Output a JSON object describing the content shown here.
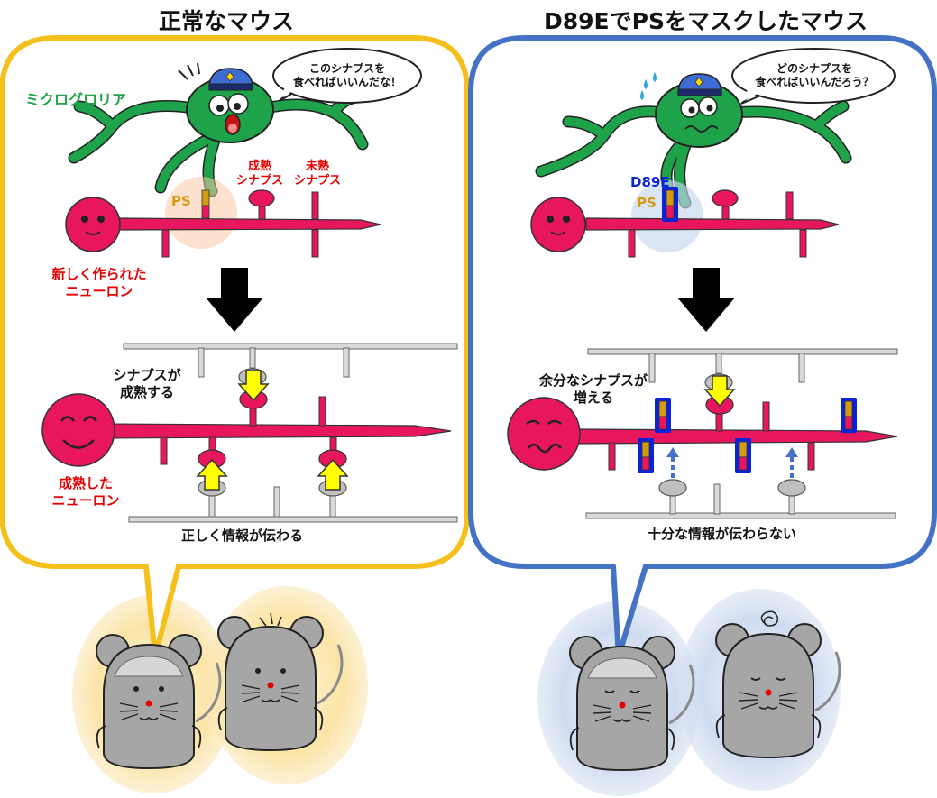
{
  "left": {
    "title": "正常なマウス",
    "microglia_label": "ミクログロリア",
    "speech": [
      "このシナプスを",
      "食べればいいんだな！"
    ],
    "ps_label": "PS",
    "mature_synapse_label": [
      "成熟",
      "シナプス"
    ],
    "immature_synapse_label": [
      "未熟",
      "シナプス"
    ],
    "new_neuron_label": [
      "新しく作られた",
      "ニューロン"
    ],
    "synapse_matures_label": [
      "シナプスが",
      "成熟する"
    ],
    "mature_neuron_label": [
      "成熟した",
      "ニューロン"
    ],
    "caption": "正しく情報が伝わる",
    "frame_color": "#f5bf1c"
  },
  "right": {
    "title": "D89EでPSをマスクしたマウス",
    "speech": [
      "どのシナプスを",
      "食べればいいんだろう？"
    ],
    "d89e_label": "D89E",
    "ps_label": "PS",
    "extra_synapse_label": [
      "余分なシナプスが",
      "増える"
    ],
    "caption": "十分な情報が伝わらない",
    "frame_color": "#4472c4"
  },
  "colors": {
    "neuron": "#e8175d",
    "microglia": "#1ea34a",
    "ps": "#d39a12",
    "d89e_mask": "#0a22d8",
    "arrow_yellow": "#ffff00",
    "synapse_gray": "#bfbfbf",
    "mouse_gray": "#a6a6a6"
  },
  "icons": [
    "down-arrow-icon",
    "up-arrow-icon",
    "surprise-lines-icon",
    "sweat-drops-icon",
    "confused-scribble-icon",
    "police-cap-icon"
  ]
}
